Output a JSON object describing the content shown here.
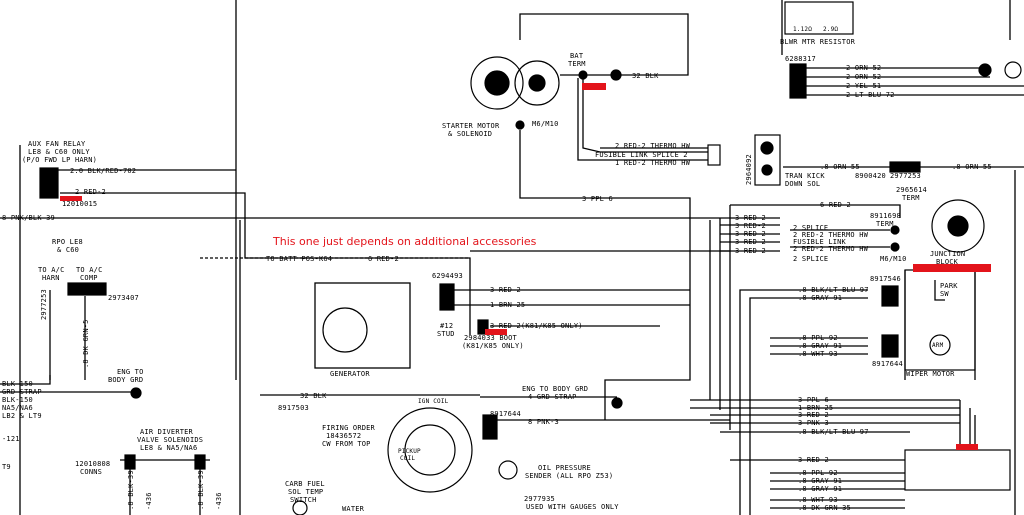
{
  "colors": {
    "ink": "#000000",
    "annotation": "#e3141b",
    "background": "#ffffff"
  },
  "annotation": {
    "text": "This one just depends on additional accessories"
  },
  "components": {
    "starter": {
      "label1": "STARTER MOTOR",
      "label2": "& SOLENOID"
    },
    "bat_term": {
      "label1": "BAT",
      "label2": "TERM"
    },
    "m6_a": "M6/M10",
    "blwr": {
      "label": "BLWR MTR RESISTOR",
      "r1": "1.12Ω",
      "r2": "2.9Ω"
    },
    "connector_6288317": "6288317",
    "aux_fan_relay": {
      "l1": "AUX FAN RELAY",
      "l2": "LE8 & C60 ONLY",
      "l3": "(P/O FWD LP HARN)",
      "part": "12010015"
    },
    "rpo_le8": {
      "l1": "RPO LE8",
      "l2": "& C60"
    },
    "to_ac": {
      "l1": "TO A/C",
      "l2": "HARN",
      "l3": "TO A/C",
      "l4": "COMP"
    },
    "part_2973407": "2973407",
    "part_2977253": "2977253",
    "eng_grd": {
      "l1": "ENG TO",
      "l2": "BODY GRD"
    },
    "air_div": {
      "l1": "AIR DIVERTER",
      "l2": "VALVE SOLENOIDS",
      "l3": "LE8 & NA5/NA6"
    },
    "conns": {
      "l1": "12010808",
      "l2": "CONNS"
    },
    "generator": "GENERATOR",
    "part_6294493": "6294493",
    "stud": {
      "l1": "#12",
      "l2": "STUD"
    },
    "boot": {
      "l1": "2984033 BOOT",
      "l2": "(K81/K85 ONLY)"
    },
    "firing": {
      "l1": "FIRING ORDER",
      "l2": "18436572",
      "l3": "CW FROM TOP"
    },
    "ign_coil": "IGN COIL",
    "pickup_coil": {
      "l1": "PICKUP",
      "l2": "COIL"
    },
    "part_8917644": "8917644",
    "part_8917503": "8917503",
    "oil": {
      "l1": "OIL PRESSURE",
      "l2": "SENDER (ALL RPO Z53)"
    },
    "part_2977935": "2977935",
    "gauges": "USED WITH GAUGES ONLY",
    "carb": {
      "l1": "CARB FUEL",
      "l2": "SOL TEMP",
      "l3": "SWITCH"
    },
    "water": "WATER",
    "tran_kick": {
      "l1": "TRAN KICK",
      "l2": "DOWN SOL"
    },
    "part_8900420": "8900420",
    "part_2977253b": "2977253",
    "part_2964092": "2964092",
    "term_2965614": {
      "l1": "2965614",
      "l2": "TERM"
    },
    "part_8911698": {
      "l1": "8911698",
      "l2": "TERM"
    },
    "splice": "SPLICE",
    "fusible": "FUSIBLE LINK",
    "junction": {
      "l1": "JUNCTION",
      "l2": "BLOCK"
    },
    "m6_b": "M6/M10",
    "part_8917546": "8917546",
    "park": {
      "l1": "PARK",
      "l2": "SW"
    },
    "arm": "ARM",
    "part_8917644b": "8917644",
    "wiper": "WIPER MOTOR",
    "eng_body_grd2": "ENG TO BODY GRD"
  },
  "wires": {
    "w32blk_top": "32 BLK",
    "red2_thermo_a": "2 RED-2 THERMO HW",
    "fusible_splice": "FUSIBLE LINK SPLICE 2",
    "red2_thermo_b": "1 RED-2 THERMO HW",
    "ppl6": "3 PPL 6",
    "blk_red_702": "2.0 BLK/RED-702",
    "red2_aux": "2 RED-2",
    "pnk_blk_39": "8 PNK/BLK-39",
    "to_batt": "TO BATT POS-K64",
    "red2_batt": "6 RED-2",
    "red2_gen": "3 RED-2",
    "brn25": "1 BRN-25",
    "red2_k81": "3 RED-2(K81/K85 ONLY)",
    "dk_grn": ".8 DK GRN-5",
    "blk150": "BLK-150",
    "grd_strap": "GRD STRAP",
    "blk_150b": "BLK-150",
    "na5": "NA5/NA6",
    "lb2": "LB2 & LT9",
    "e121": "-121",
    "t9": "T9",
    "w32blk_mid": "32 BLK",
    "grd_strap4": "4 GRD STRAP",
    "pnk3": "8 PNK-3",
    "blk39a": ".8 BLK-39",
    "blk39b": ".8 BLK-39",
    "w436a": "-436",
    "w436b": "-436",
    "orn55_a": ".8 ORN-55",
    "orn55_b": ".8 ORN-55",
    "orn52a": "2 ORN-52",
    "orn52b": "2 ORN-52",
    "yel51": "2 YEL-51",
    "ltblu72": "2 LT BLU-72",
    "red2_junction": "6 RED-2",
    "r3a": "3 RED-2",
    "r3b": "3 RED-2",
    "r3c": "3 RED-2",
    "r3d": "3 RED-2",
    "r3e": "3 RED-2",
    "splice_a": "2 SPLICE",
    "thermo_c": "2 RED-2 THERMO HW",
    "splice_b": "2 SPLICE",
    "blk_ltblu97": ".8 BLK/LT BLU-97",
    "gray91": ".8 GRAY-91",
    "ppl92": ".8 PPL-92",
    "gray91b": ".8 GRAY-91",
    "wht93": ".8 WHT-93",
    "ppl6b": "3 PPL-6",
    "brn25b": "1 BRN-25",
    "red2b": "3 RED-2",
    "pnk3b": "3 PNK-3",
    "blk_ltblu97b": ".8 BLK/LT BLU-97",
    "red2c": "3 RED-2",
    "ppl92b": ".8 PPL-92",
    "gray91c": ".8 GRAY-91",
    "gray91d": ".8 GRAY-91",
    "wht93b": ".8 WHT-93",
    "dkgrn35": ".8 DK GRN-35",
    "w2_8": "2",
    "w2_1": "2.9"
  }
}
